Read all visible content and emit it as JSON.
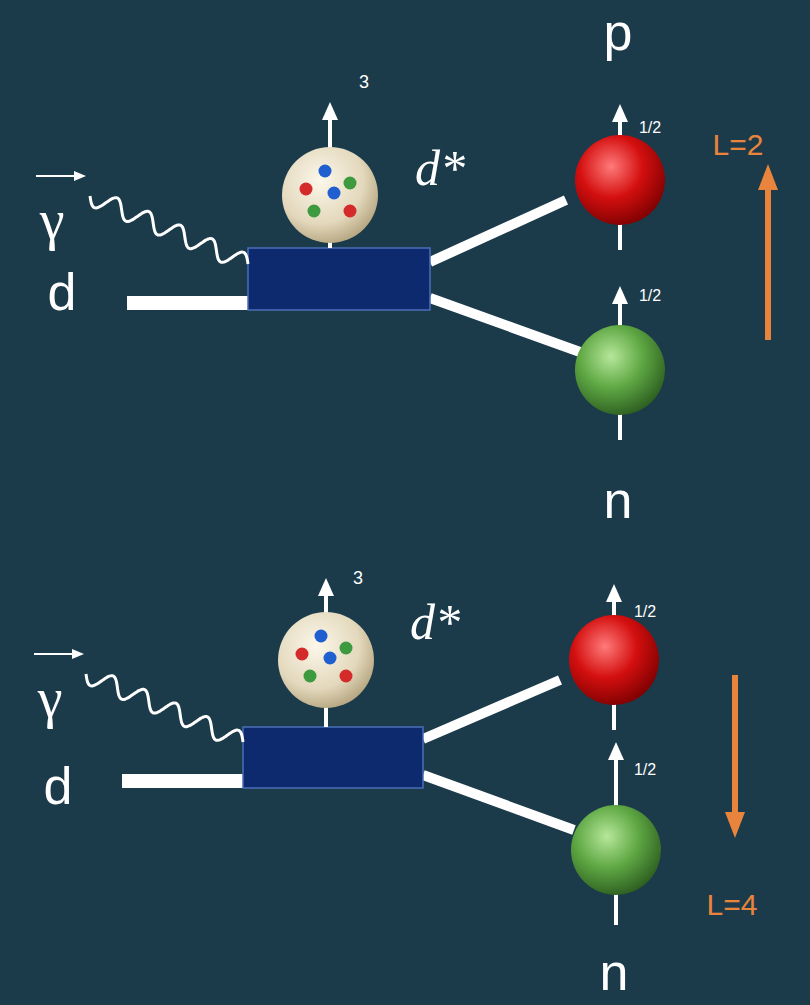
{
  "diagram": {
    "nodes": [
      {
        "text": [
          "p"
        ]
      },
      {
        "text": [
          "d*"
        ]
      },
      {
        "text": [
          "n"
        ]
      },
      {
        "text": [
          "d*"
        ]
      },
      {
        "text": [
          "n"
        ]
      }
    ],
    "labels": [
      "3",
      "1/2",
      "L=2",
      "γ",
      "d",
      "1/2",
      "3",
      "1/2",
      "γ",
      "d",
      "1/2",
      "L=4"
    ]
  }
}
